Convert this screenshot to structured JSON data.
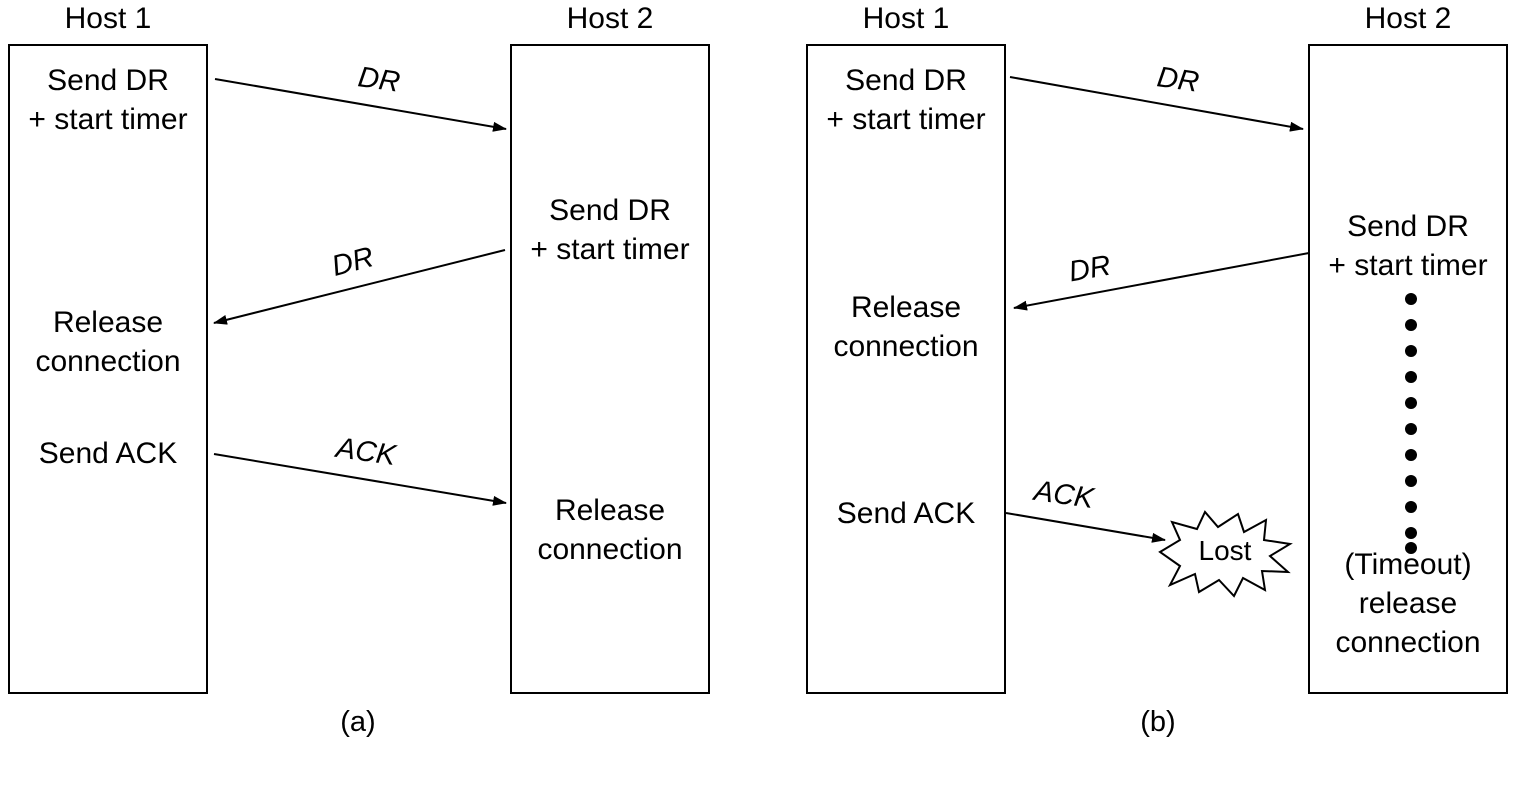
{
  "panels": [
    {
      "caption": "(a)",
      "host1": {
        "title": "Host 1",
        "steps": [
          [
            "Send DR",
            "+ start timer"
          ],
          [
            "Release",
            "connection"
          ],
          [
            "Send ACK"
          ]
        ]
      },
      "host2": {
        "title": "Host 2",
        "steps": [
          [
            "Send DR",
            "+ start timer"
          ],
          [
            "Release",
            "connection"
          ]
        ]
      },
      "messages": [
        "DR",
        "DR",
        "ACK"
      ]
    },
    {
      "caption": "(b)",
      "host1": {
        "title": "Host 1",
        "steps": [
          [
            "Send DR",
            "+ start timer"
          ],
          [
            "Release",
            "connection"
          ],
          [
            "Send ACK"
          ]
        ]
      },
      "host2": {
        "title": "Host 2",
        "steps": [
          [
            "Send DR",
            "+ start timer"
          ],
          [
            "(Timeout)",
            "release",
            "connection"
          ]
        ]
      },
      "messages": [
        "DR",
        "DR",
        "ACK"
      ],
      "lost_label": "Lost"
    }
  ]
}
